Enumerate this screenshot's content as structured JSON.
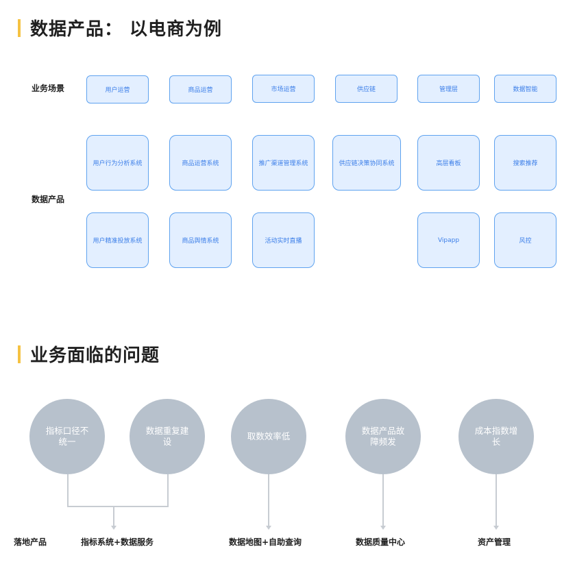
{
  "section1": {
    "title": "数据产品： 以电商为例"
  },
  "section2": {
    "title": "业务面临的问题"
  },
  "row_labels": {
    "scenarios": "业务场景",
    "products": "数据产品"
  },
  "scenarios": [
    "用户运营",
    "商品运营",
    "市场运营",
    "供应链",
    "管理层",
    "数据智能"
  ],
  "products_row1": [
    "用户行为分析系统",
    "商品运营系统",
    "推广渠道管理系统",
    "供应链决策协同系统",
    "高层看板",
    "搜索推荐"
  ],
  "products_row2": [
    "用户精准投放系统",
    "商品舆情系统",
    "活动实时直播",
    "Vipapp",
    "风控"
  ],
  "problems": [
    "指标口径不统一",
    "数据重复建设",
    "取数效率低",
    "数据产品故障频发",
    "成本指数增长"
  ],
  "landing": {
    "label": "落地产品",
    "items": [
      "指标系统+数据服务",
      "数据地图+自助查询",
      "数据质量中心",
      "资产管理"
    ]
  },
  "colors": {
    "accent": "#f5c242",
    "box_fill": "#e3efff",
    "box_border": "#5ea2ef",
    "box_text": "#3b7ee8",
    "circle": "#b7c1cc"
  }
}
